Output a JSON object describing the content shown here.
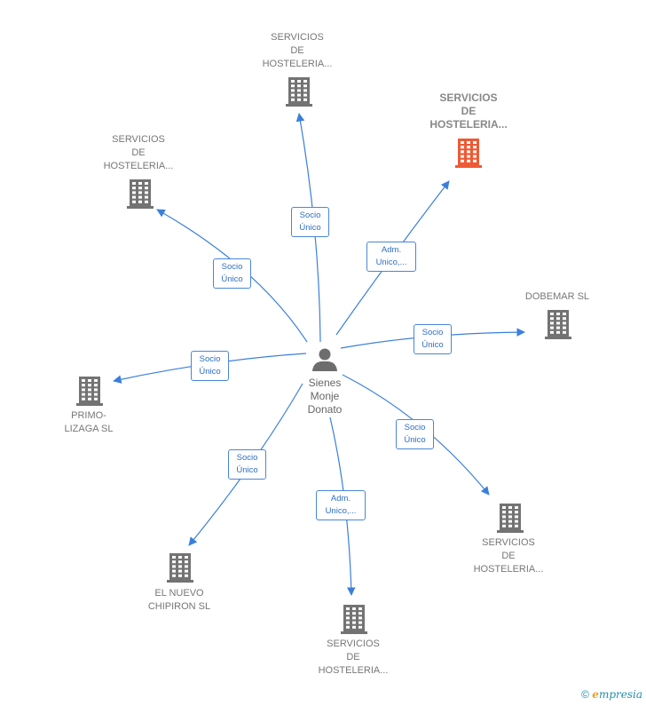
{
  "colors": {
    "edge": "#3a7fdc",
    "building": "#737373",
    "building_highlight": "#ee5a35",
    "person": "#6d6d6d"
  },
  "person": {
    "name": "Sienes\nMonje\nDonato",
    "icon": "person-icon"
  },
  "companies": [
    {
      "id": "c1",
      "label": "SERVICIOS\nDE\nHOSTELERIA...",
      "highlight": false
    },
    {
      "id": "c2",
      "label": "SERVICIOS\nDE\nHOSTELERIA...",
      "highlight": true
    },
    {
      "id": "c3",
      "label": "SERVICIOS\nDE\nHOSTELERIA...",
      "highlight": false
    },
    {
      "id": "c4",
      "label": "DOBEMAR SL",
      "highlight": false
    },
    {
      "id": "c5",
      "label": "PRIMO-\nLIZAGA SL",
      "highlight": false
    },
    {
      "id": "c6",
      "label": "SERVICIOS\nDE\nHOSTELERIA...",
      "highlight": false
    },
    {
      "id": "c7",
      "label": "EL NUEVO\nCHIPIRON  SL",
      "highlight": false
    },
    {
      "id": "c8",
      "label": "SERVICIOS\nDE\nHOSTELERIA...",
      "highlight": false
    }
  ],
  "relations": [
    {
      "target": "c1",
      "label": "Socio\nÚnico"
    },
    {
      "target": "c2",
      "label": "Adm.\nUnico,..."
    },
    {
      "target": "c3",
      "label": "Socio\nÚnico"
    },
    {
      "target": "c4",
      "label": "Socio\nÚnico"
    },
    {
      "target": "c5",
      "label": "Socio\nÚnico"
    },
    {
      "target": "c6",
      "label": "Socio\nÚnico"
    },
    {
      "target": "c7",
      "label": "Socio\nÚnico"
    },
    {
      "target": "c8",
      "label": "Adm.\nUnico,..."
    }
  ],
  "brand": {
    "copyright": "©",
    "e": "e",
    "rest": "mpresia"
  }
}
